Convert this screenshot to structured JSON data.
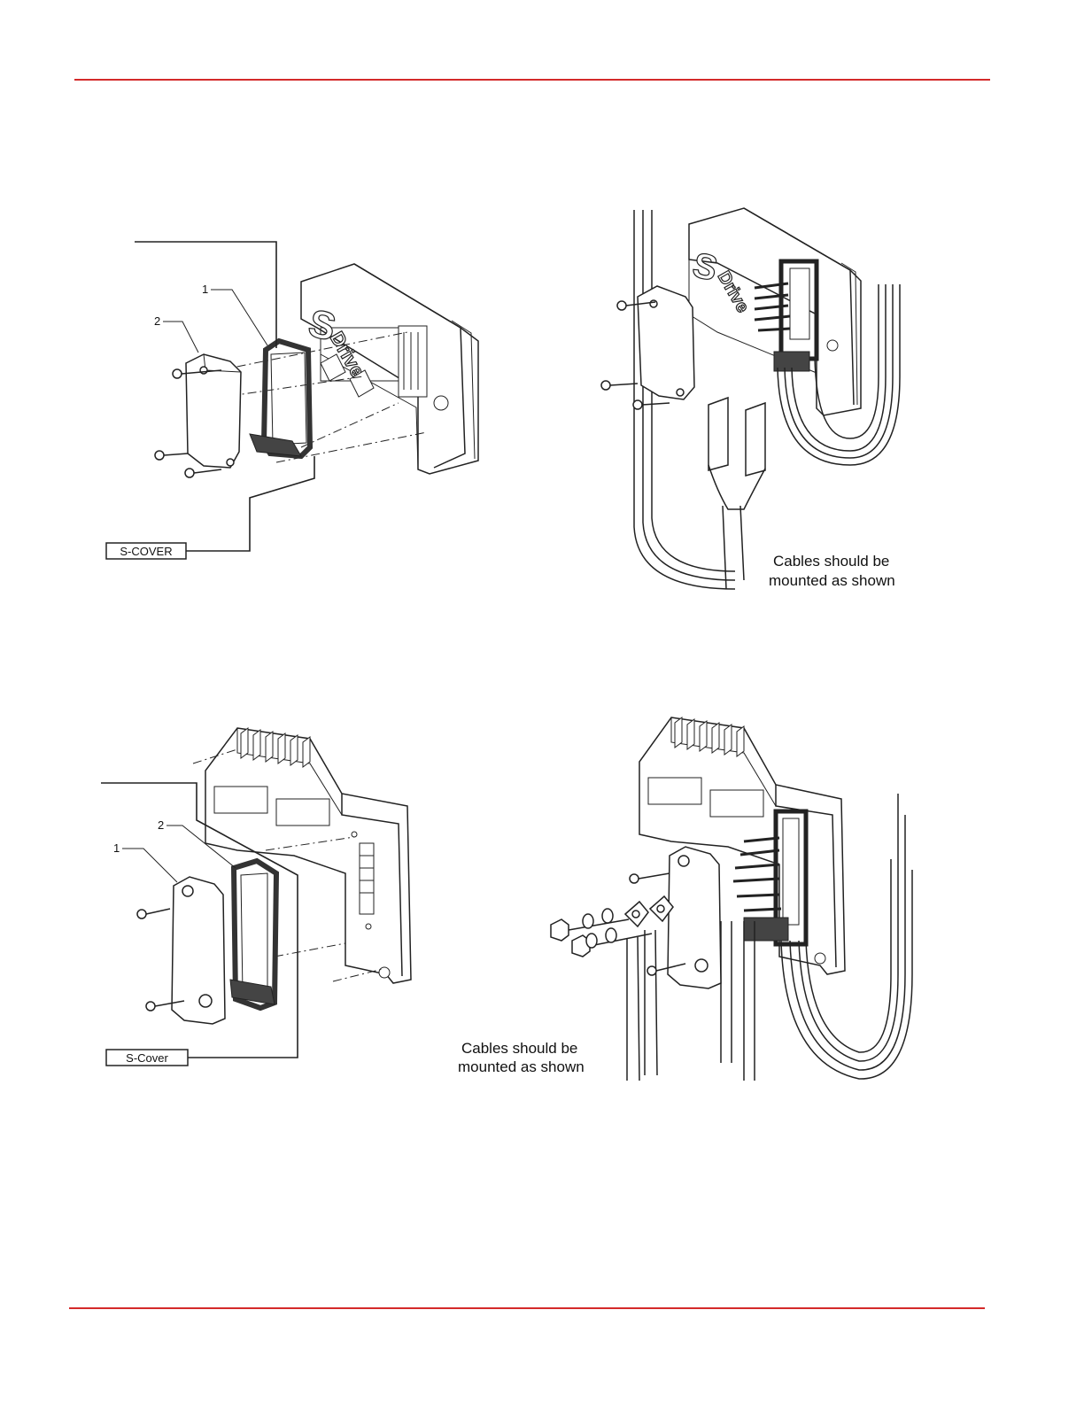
{
  "colors": {
    "rule": "#d42a2a"
  },
  "figures": {
    "top_left": {
      "callout_1": "1",
      "callout_2": "2",
      "box_label": "S-COVER",
      "brand_s": "S",
      "brand_text": "Drive"
    },
    "top_right": {
      "brand_s": "S",
      "brand_text": "Drive",
      "note_line1": "Cables should be",
      "note_line2": "mounted as shown"
    },
    "bottom_left": {
      "callout_1": "1",
      "callout_2": "2",
      "box_label": "S-Cover"
    },
    "bottom_right": {
      "note_line1": "Cables should be",
      "note_line2": "mounted as shown"
    }
  }
}
